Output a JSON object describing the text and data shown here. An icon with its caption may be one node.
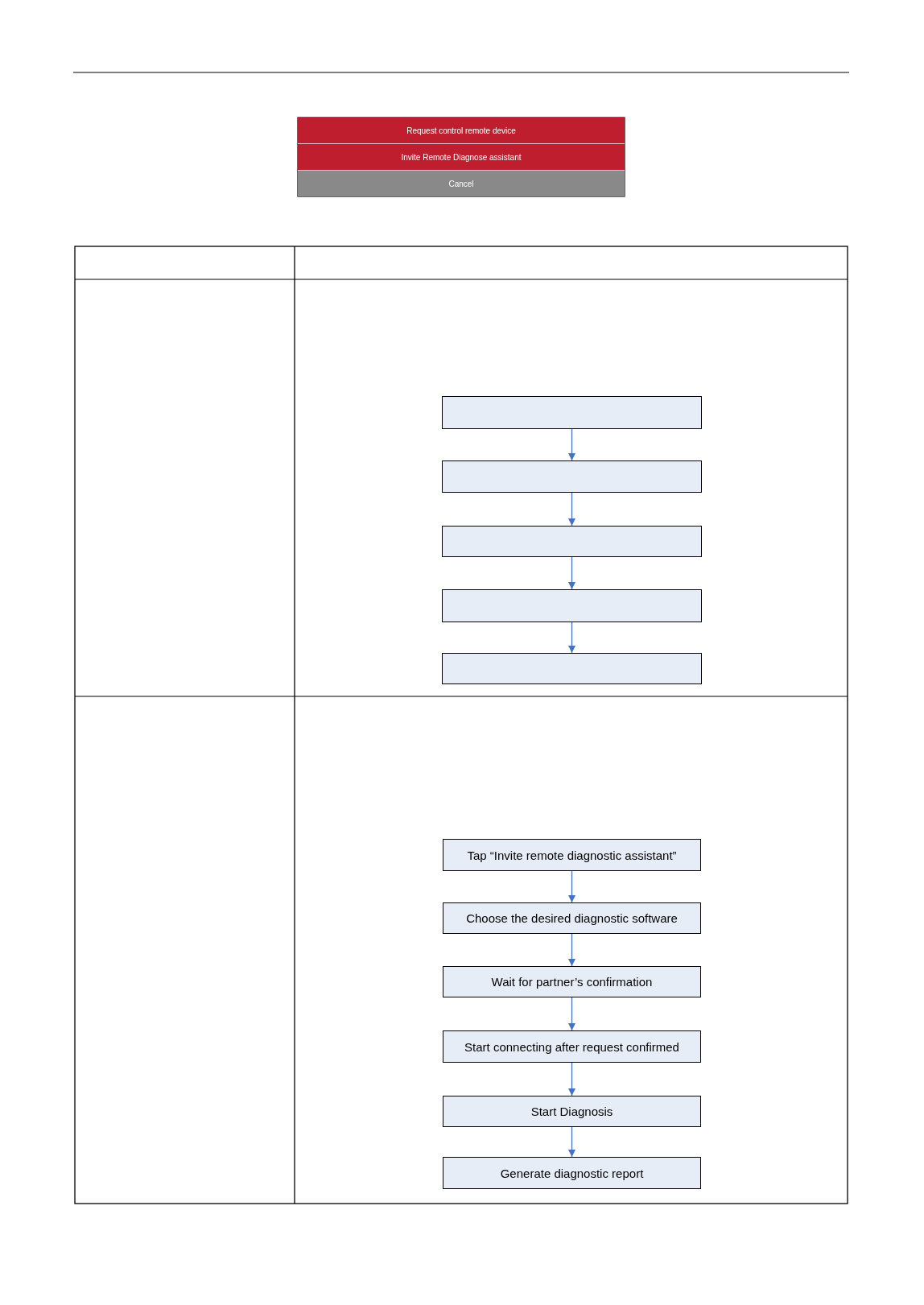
{
  "diagram": {
    "nodes": [
      {
        "text": [
          "Request control remote device"
        ]
      },
      {
        "text": [
          "Invite Remote Diagnose assistant"
        ]
      },
      {
        "text": [
          "Cancel"
        ]
      },
      {
        "text": [],
        "shape": "box"
      },
      {
        "text": [],
        "shape": "box"
      },
      {
        "text": [],
        "shape": "box"
      },
      {
        "text": [],
        "shape": "box"
      },
      {
        "text": [],
        "shape": "box"
      },
      {
        "text": [
          "Tap “Invite remote diagnostic assistant”"
        ]
      },
      {
        "text": [
          "Choose the desired diagnostic software"
        ]
      },
      {
        "text": [
          "Wait for partner’s confirmation"
        ]
      },
      {
        "text": [
          "Start connecting after request confirmed"
        ]
      },
      {
        "text": [
          "Start Diagnosis"
        ]
      },
      {
        "text": [
          "Generate diagnostic report"
        ]
      }
    ],
    "edges": [
      {
        "from": 3,
        "to": 4,
        "arrow": "to"
      },
      {
        "from": 4,
        "to": 5,
        "arrow": "to"
      },
      {
        "from": 5,
        "to": 6,
        "arrow": "to"
      },
      {
        "from": 6,
        "to": 7,
        "arrow": "to"
      },
      {
        "from": 8,
        "to": 9,
        "arrow": "to"
      },
      {
        "from": 9,
        "to": 10,
        "arrow": "to"
      },
      {
        "from": 10,
        "to": 11,
        "arrow": "to"
      },
      {
        "from": 11,
        "to": 12,
        "arrow": "to"
      },
      {
        "from": 12,
        "to": 13,
        "arrow": "to"
      }
    ]
  }
}
